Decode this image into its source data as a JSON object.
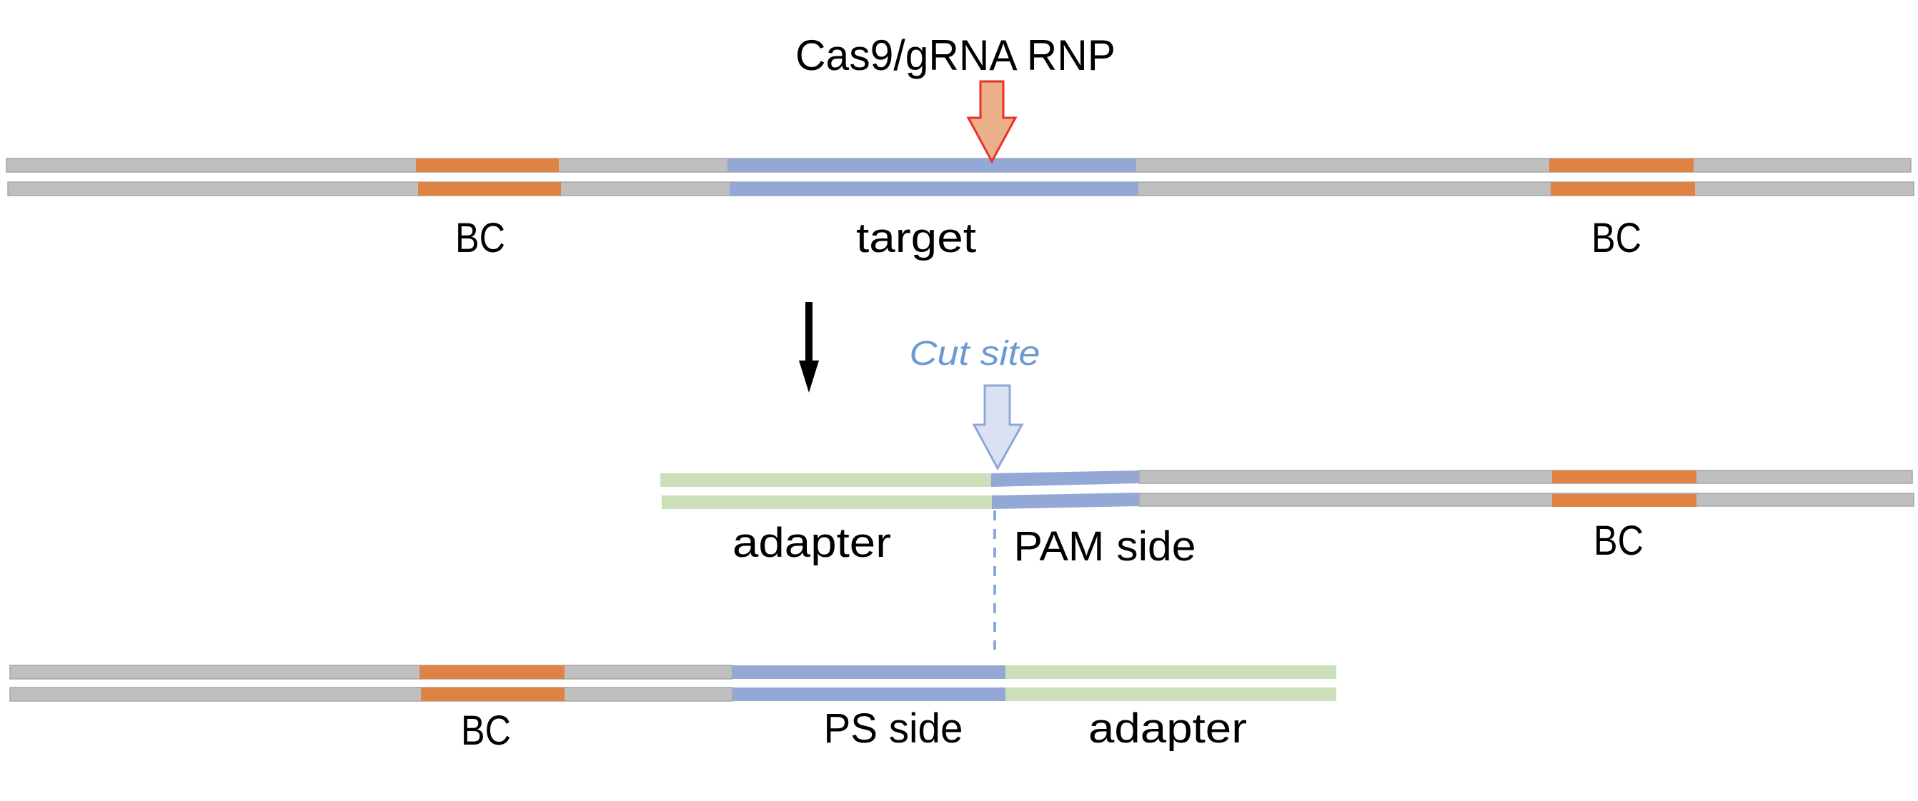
{
  "title": "Cas9/gRNA RNP",
  "labels": {
    "top_bc_left": "BC",
    "top_target": "target",
    "top_bc_right": "BC",
    "cut_site": "Cut site",
    "mid_adapter": "adapter",
    "mid_pam_side": "PAM side",
    "mid_bc": "BC",
    "bot_bc": "BC",
    "bot_ps_side": "PS side",
    "bot_adapter": "adapter"
  },
  "colors": {
    "backbone": "#bfbfbf",
    "backbone_edge": "#a6a6a6",
    "barcode": "#df8344",
    "target": "#94a8d6",
    "adapter": "#cbdfb8",
    "rnp_arrow_fill": "#eab089",
    "rnp_arrow_stroke": "#e8312a",
    "cut_arrow_fill": "#d9e1f2",
    "cut_arrow_stroke": "#8ea6d8",
    "cut_text": "#6b9bd2",
    "process_arrow": "#000000"
  },
  "icons": {
    "rnp_arrow": "arrow-down-icon",
    "process_arrow": "arrow-down-icon",
    "cut_arrow": "arrow-down-icon"
  }
}
